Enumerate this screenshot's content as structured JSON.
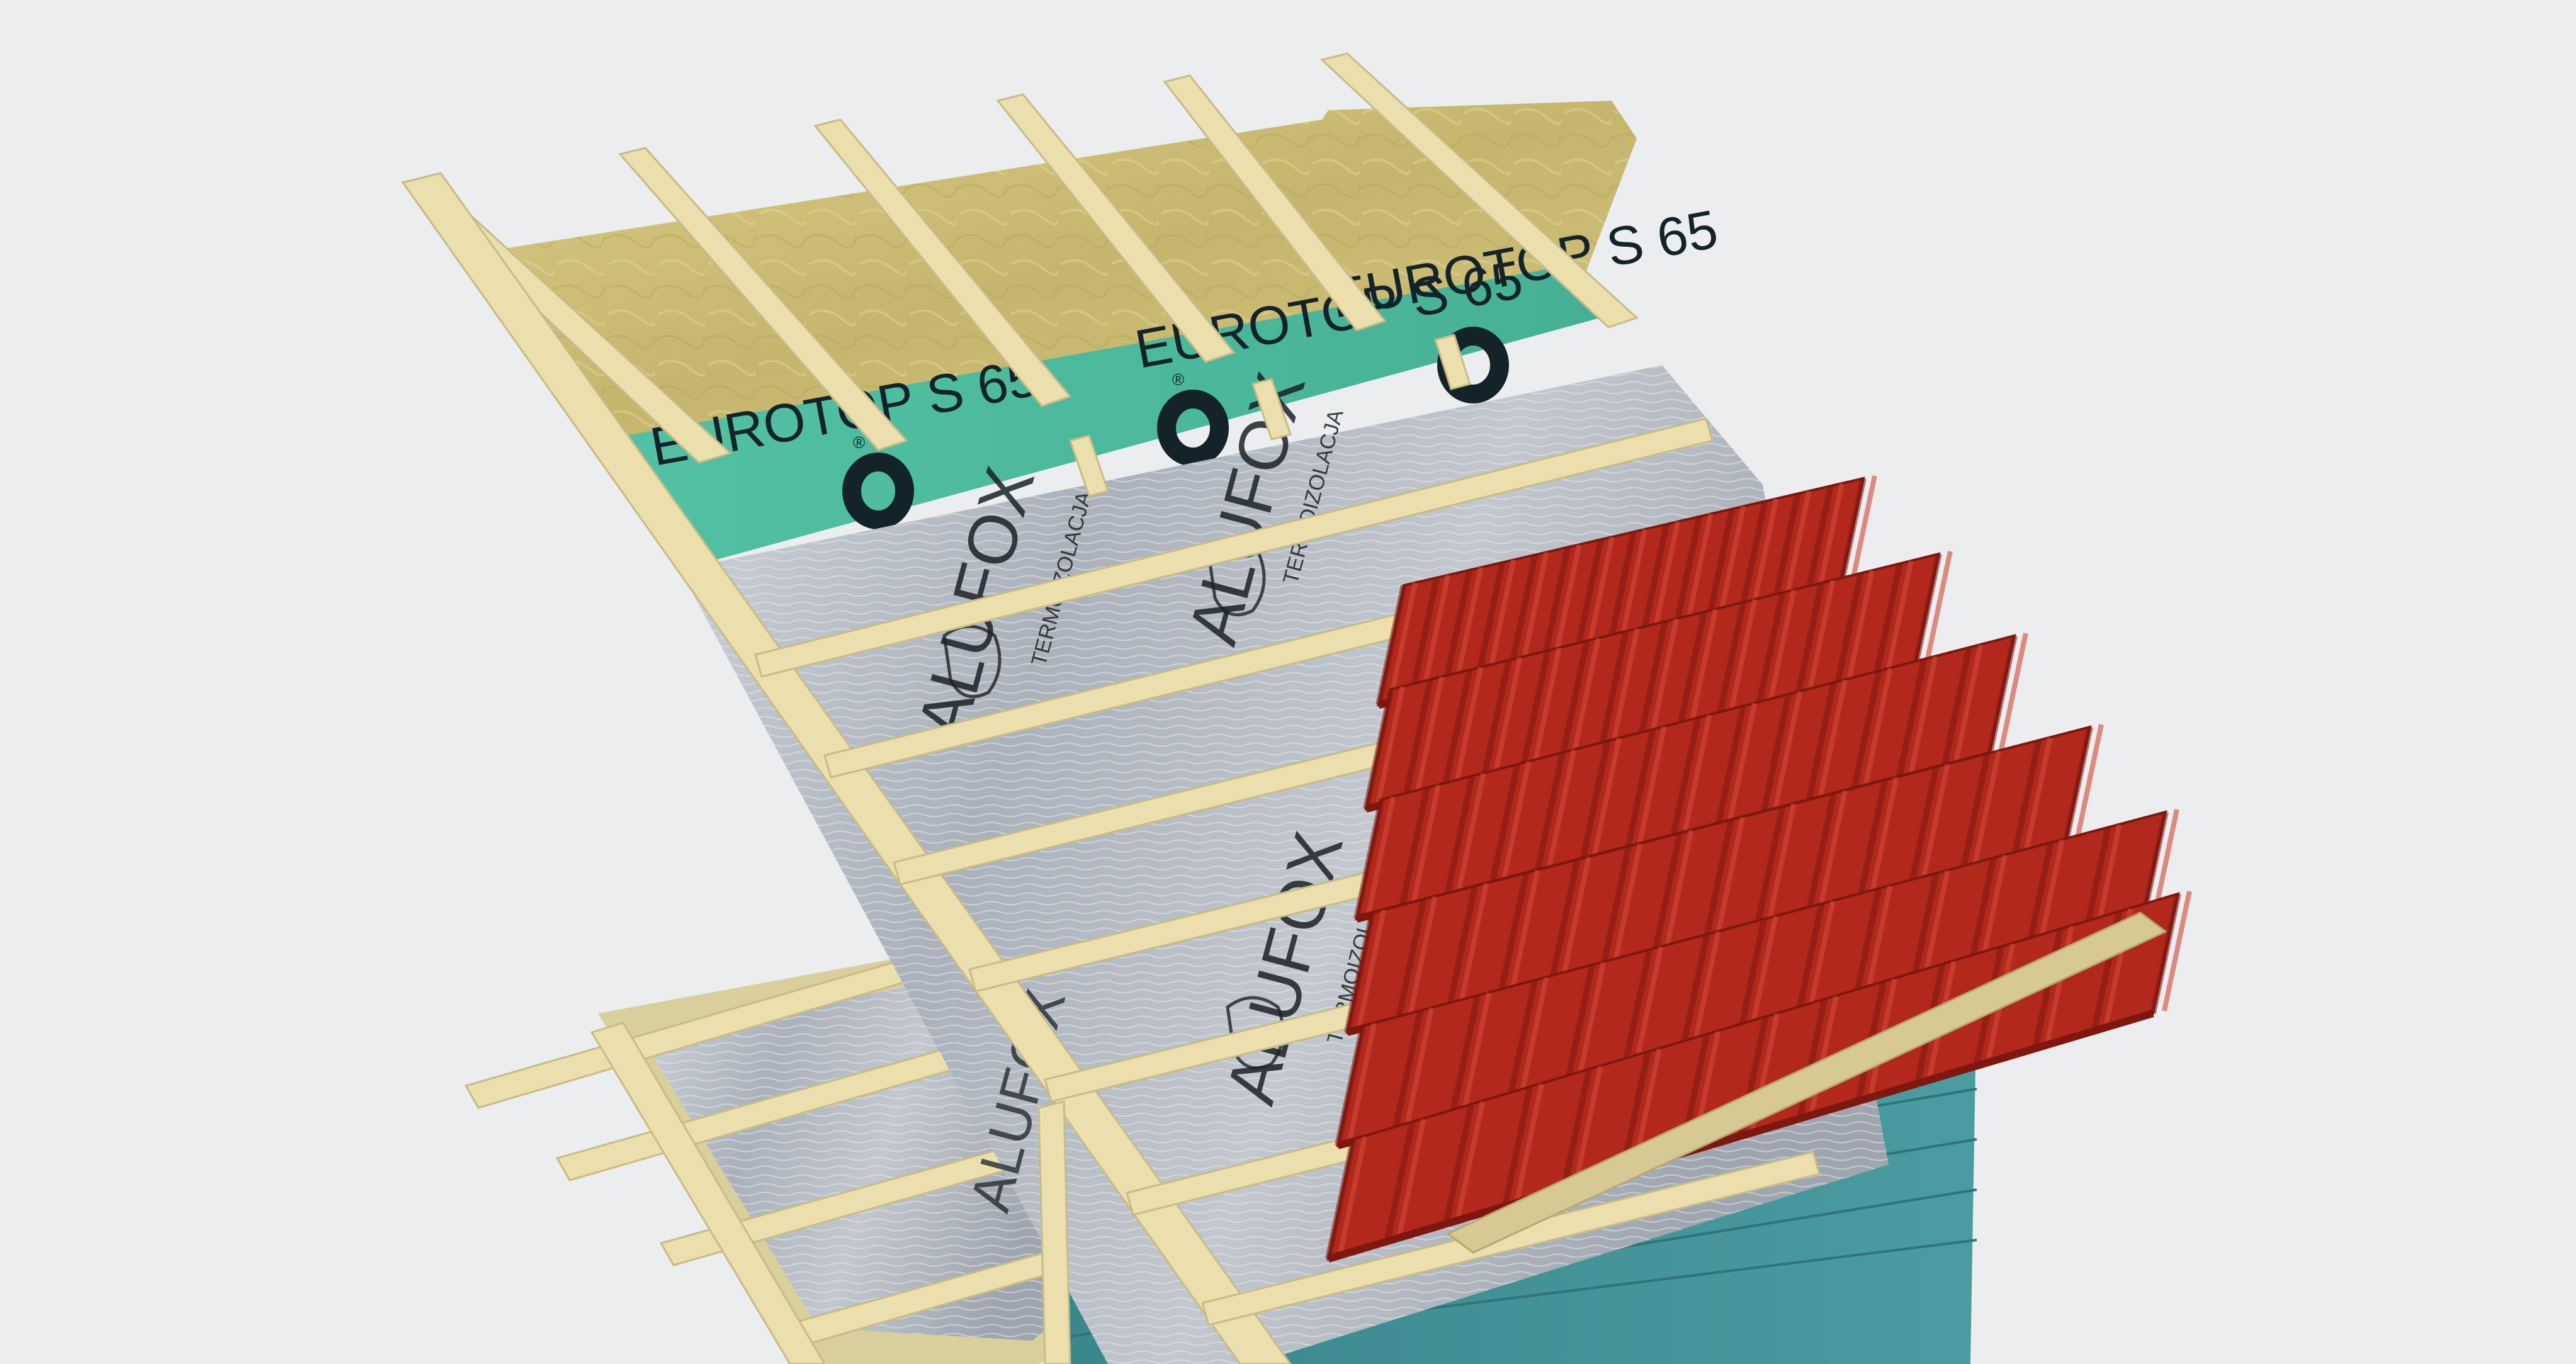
{
  "colors": {
    "background": "#ecedef",
    "wood": "#ebdfae",
    "wood_shade": "#c9ba86",
    "membrane_green": "#4dba9e",
    "mineral_wool": "#cdbe78",
    "aluminium_foil": "#b9bfc8",
    "roof_tile_red": "#b3281d",
    "roof_tile_dark": "#7d170f",
    "wall_teal": "#3e8f94",
    "print_ink": "#1b2226"
  },
  "labels": {
    "membrane_brand": "EUROTOP S 65",
    "foil_brand": "ALUFOX",
    "foil_subtext": "TERMOIZOLACJA",
    "registered_mark": "®"
  },
  "icons": {
    "membrane_logo": "ring-logo-icon",
    "foil_logo": "fox-logo-icon"
  }
}
